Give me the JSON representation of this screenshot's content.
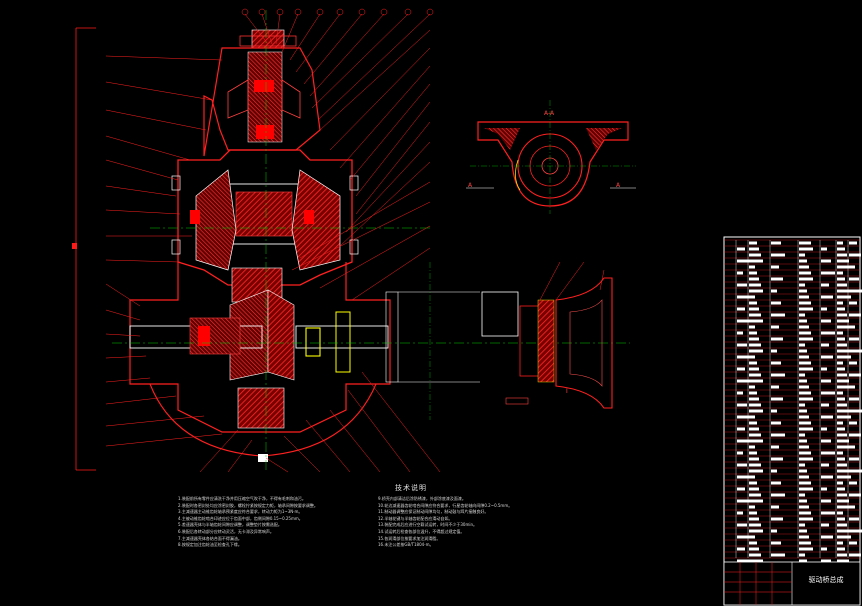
{
  "notes": {
    "title": "技术说明",
    "left_text": "1.装配前所有零件应清洗干净并用压缩空气吹干净，不得有毛刺和油污。\n2.装配时各密封处均应涂密封胶，螺栓拧紧按规定力矩，轴承间隙按要求调整。\n3.主减速器主动锥齿轮轴承预紧度应符合要求，转动力矩为1~3N·m。\n4.主被动锥齿轮啮合印迹应位于齿面中部，齿侧间隙0.15~0.25mm。\n5.差速器壳体与半轴齿轮间隙应调整，调整垫片按需选配。\n6.装配后各转动部分应转动灵活，无卡滞及异常响声。\n7.主减速器壳体各结合面不得漏油。\n8.按规定加注齿轮油至检查孔下缘。",
    "right_text": "9.桥壳内部清洁后涂防锈漆，外部涂底漆及面漆。\n10.轮边减速器齿轮啮合间隙应符合要求，行星齿轮轴向间隙0.2~0.5mm。\n11.制动器调整应保证制动间隙均匀，制动鼓与蹄片接触良好。\n12.半轴花键与半轴齿轮配合应滑动自如。\n13.装配完成后应进行空载试运转，时间不少于30min。\n14.试运转后检查各部位温升，不得超过规定值。\n15.各润滑部位按要求加注润滑脂。\n16.未注公差按GB/T1804-m。"
  },
  "section_labels": {
    "top": "A-A",
    "left": "A",
    "right": "A",
    "callout": "I"
  },
  "title_block": {
    "assembly_name": "驱动桥总成"
  },
  "colors": {
    "part": "#ff0000",
    "leader": "#ff2020",
    "centerline": "#00cc00",
    "outline": "#ffffff",
    "frame": "#ff1a1a",
    "highlight": "#ffff00"
  }
}
